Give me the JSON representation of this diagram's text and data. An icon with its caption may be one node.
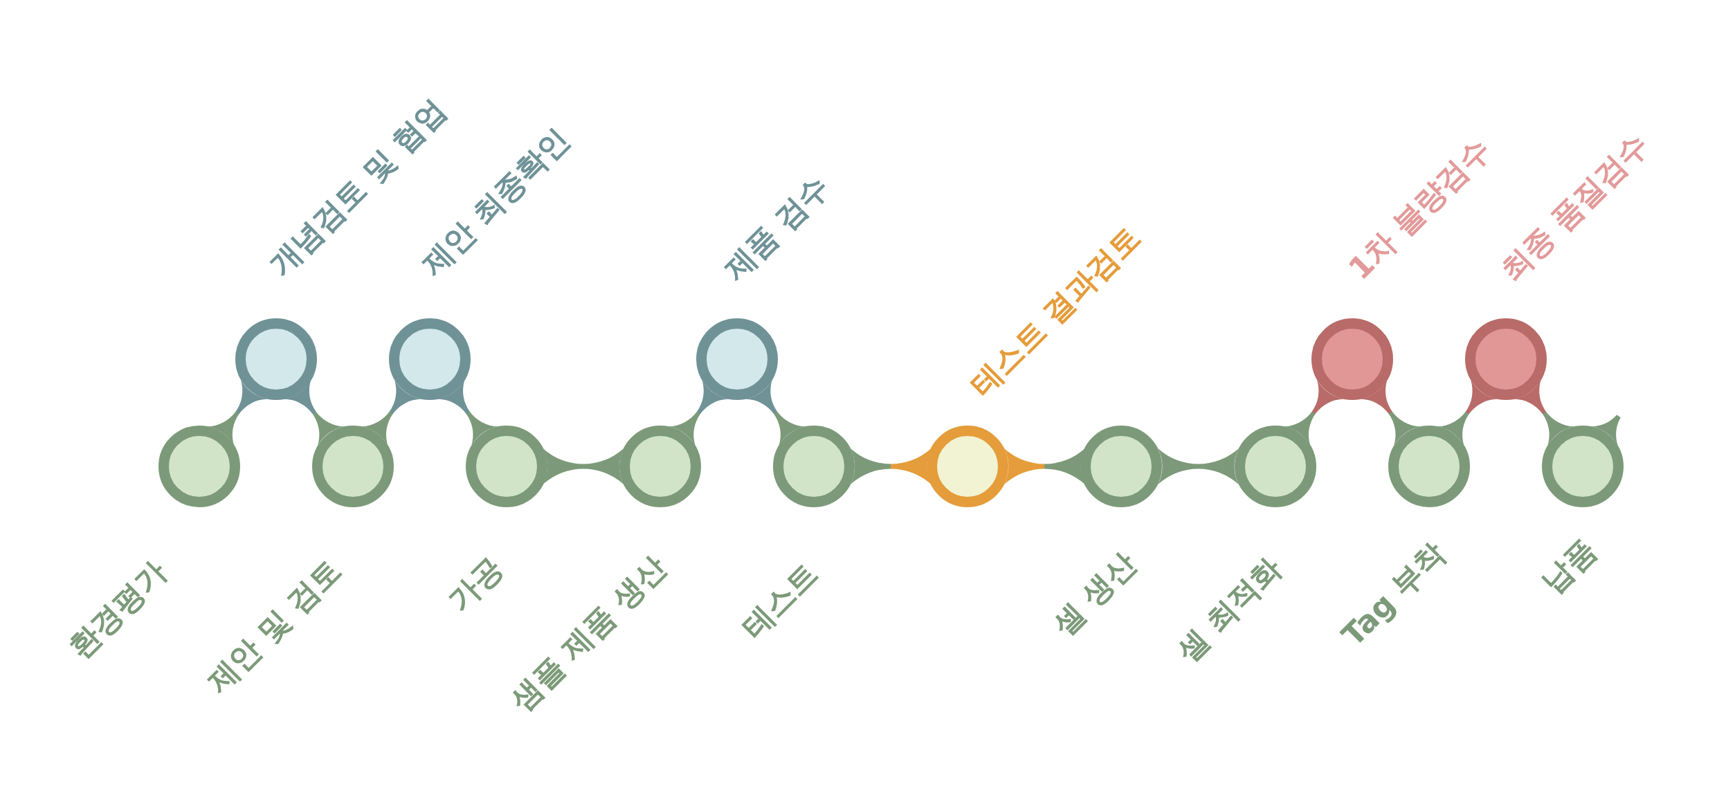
{
  "diagram": {
    "nodes": [
      {
        "text": [
          "환경평가"
        ]
      },
      {
        "text": [
          "개념검토 및 협업"
        ]
      },
      {
        "text": [
          "제안 및 검토"
        ]
      },
      {
        "text": [
          "제안 최종확인"
        ]
      },
      {
        "text": [
          "가공"
        ]
      },
      {
        "text": [
          "샘플 제품 생산"
        ]
      },
      {
        "text": [
          "제품 검수"
        ]
      },
      {
        "text": [
          "테스트"
        ]
      },
      {
        "text": [
          "테스트 결과검토"
        ]
      },
      {
        "text": [
          "셀 생산"
        ]
      },
      {
        "text": [
          "셀 최적화"
        ]
      },
      {
        "text": [
          "1차 불량검수"
        ]
      },
      {
        "text": [
          "Tag 부착"
        ]
      },
      {
        "text": [
          "최종 품질검수"
        ]
      },
      {
        "text": [
          "납품"
        ]
      }
    ],
    "edges": [
      {
        "from": 0,
        "to": 1,
        "arrow": "none"
      },
      {
        "from": 1,
        "to": 2,
        "arrow": "none"
      },
      {
        "from": 2,
        "to": 3,
        "arrow": "none"
      },
      {
        "from": 3,
        "to": 4,
        "arrow": "none"
      },
      {
        "from": 4,
        "to": 5,
        "arrow": "none"
      },
      {
        "from": 5,
        "to": 6,
        "arrow": "none"
      },
      {
        "from": 6,
        "to": 7,
        "arrow": "none"
      },
      {
        "from": 7,
        "to": 8,
        "arrow": "none"
      },
      {
        "from": 8,
        "to": 9,
        "arrow": "none"
      },
      {
        "from": 9,
        "to": 10,
        "arrow": "none"
      },
      {
        "from": 10,
        "to": 11,
        "arrow": "none"
      },
      {
        "from": 11,
        "to": 12,
        "arrow": "none"
      },
      {
        "from": 12,
        "to": 13,
        "arrow": "none"
      },
      {
        "from": 13,
        "to": 14,
        "arrow": "none"
      }
    ]
  }
}
